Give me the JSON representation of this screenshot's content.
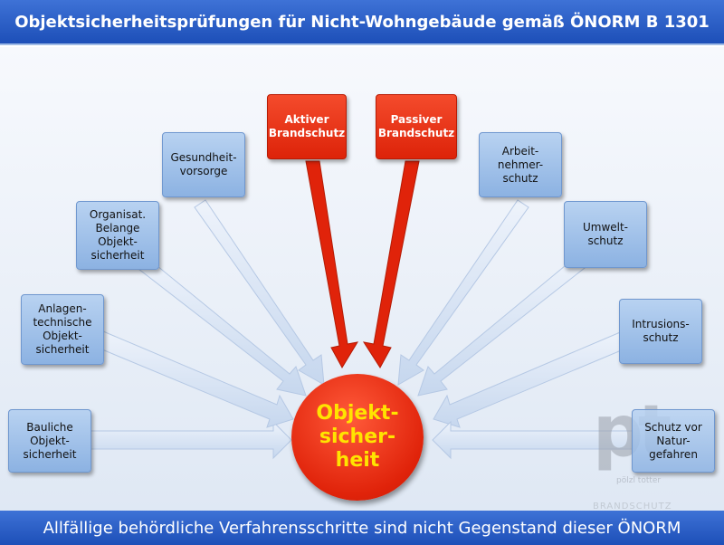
{
  "header": {
    "title": "Objektsicherheitsprüfungen für Nicht-Wohngebäude gemäß ÖNORM B 1301"
  },
  "center": {
    "label": "Objekt-\nsicher-\nheit"
  },
  "boxes": {
    "bauliche": "Bauliche\nObjekt-\nsicherheit",
    "anlagentechnische": "Anlagen-\ntechnische\nObjekt-\nsicherheit",
    "organisatorische": "Organisat.\nBelange\nObjekt-\nsicherheit",
    "gesundheit": "Gesundheit-\nvorsorge",
    "aktiver": "Aktiver\nBrandschutz",
    "passiver": "Passiver\nBrandschutz",
    "arbeitnehmer": "Arbeit-\nnehmer-\nschutz",
    "umwelt": "Umwelt-\nschutz",
    "intrusion": "Intrusions-\nschutz",
    "natur": "Schutz vor\nNatur-\ngefahren"
  },
  "logo": {
    "letters": "pt",
    "tagline": "pölzl totter",
    "subtitle": "BRANDSCHUTZ"
  },
  "footer": {
    "text": "Allfällige behördliche Verfahrensschritte sind nicht Gegenstand dieser ÖNORM"
  },
  "colors": {
    "header_bg": "#1d4fb8",
    "highlight_red": "#e0230a",
    "center_text": "#ffe400",
    "box_blue": "#a8c6ec"
  }
}
